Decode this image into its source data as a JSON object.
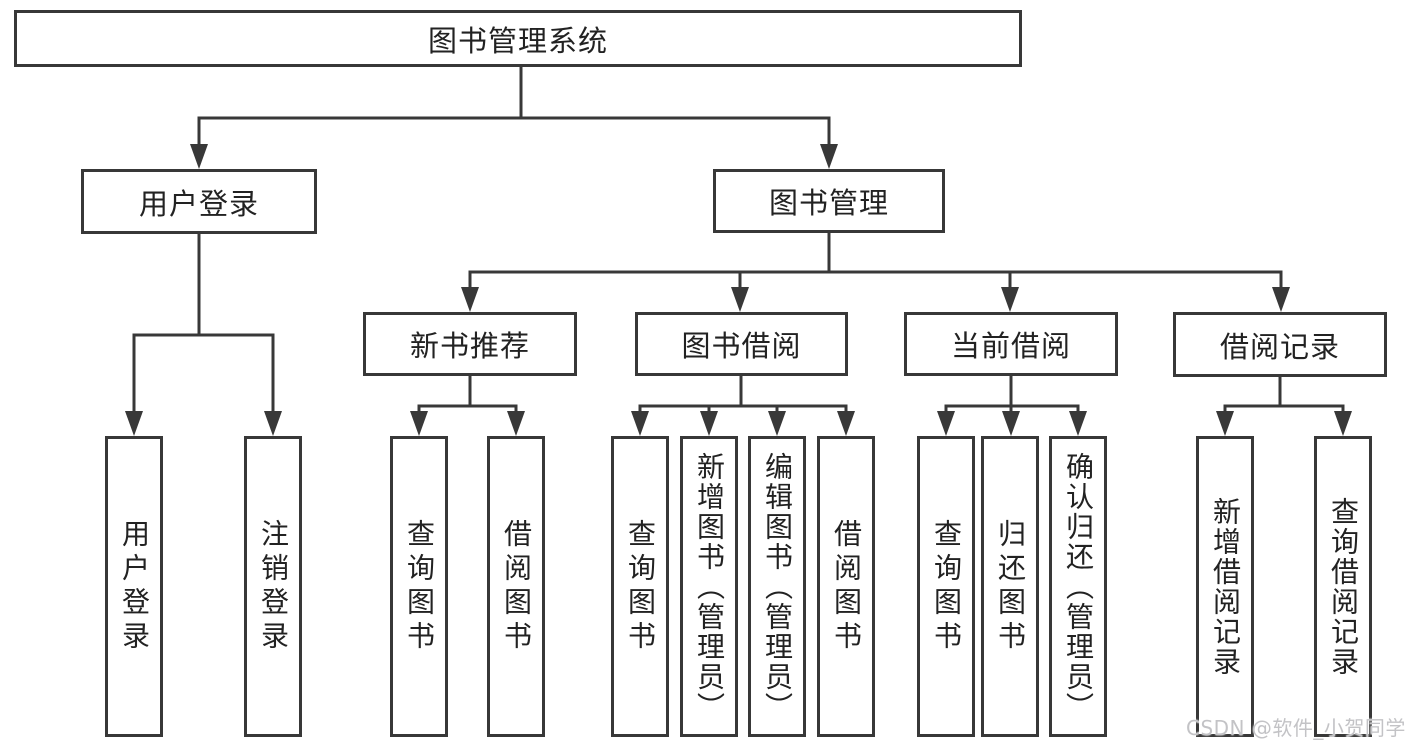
{
  "diagram": {
    "tree": {
      "label": "图书管理系统",
      "children": [
        {
          "label": "用户登录",
          "children": [
            {
              "label": "用户登录"
            },
            {
              "label": "注销登录"
            }
          ]
        },
        {
          "label": "图书管理",
          "children": [
            {
              "label": "新书推荐",
              "children": [
                {
                  "label": "查询图书"
                },
                {
                  "label": "借阅图书"
                }
              ]
            },
            {
              "label": "图书借阅",
              "children": [
                {
                  "label": "查询图书"
                },
                {
                  "label": "新增图书（管理员）"
                },
                {
                  "label": "编辑图书（管理员）"
                },
                {
                  "label": "借阅图书"
                }
              ]
            },
            {
              "label": "当前借阅",
              "children": [
                {
                  "label": "查询图书"
                },
                {
                  "label": "归还图书"
                },
                {
                  "label": "确认归还（管理员）"
                }
              ]
            },
            {
              "label": "借阅记录",
              "children": [
                {
                  "label": "新增借阅记录"
                },
                {
                  "label": "查询借阅记录"
                }
              ]
            }
          ]
        }
      ]
    },
    "colors": {
      "line": "#383838",
      "text": "#222222",
      "watermark": "#c3c3c6",
      "background": "#ffffff"
    }
  },
  "watermark": {
    "text": "CSDN @软件_小贺同学"
  }
}
